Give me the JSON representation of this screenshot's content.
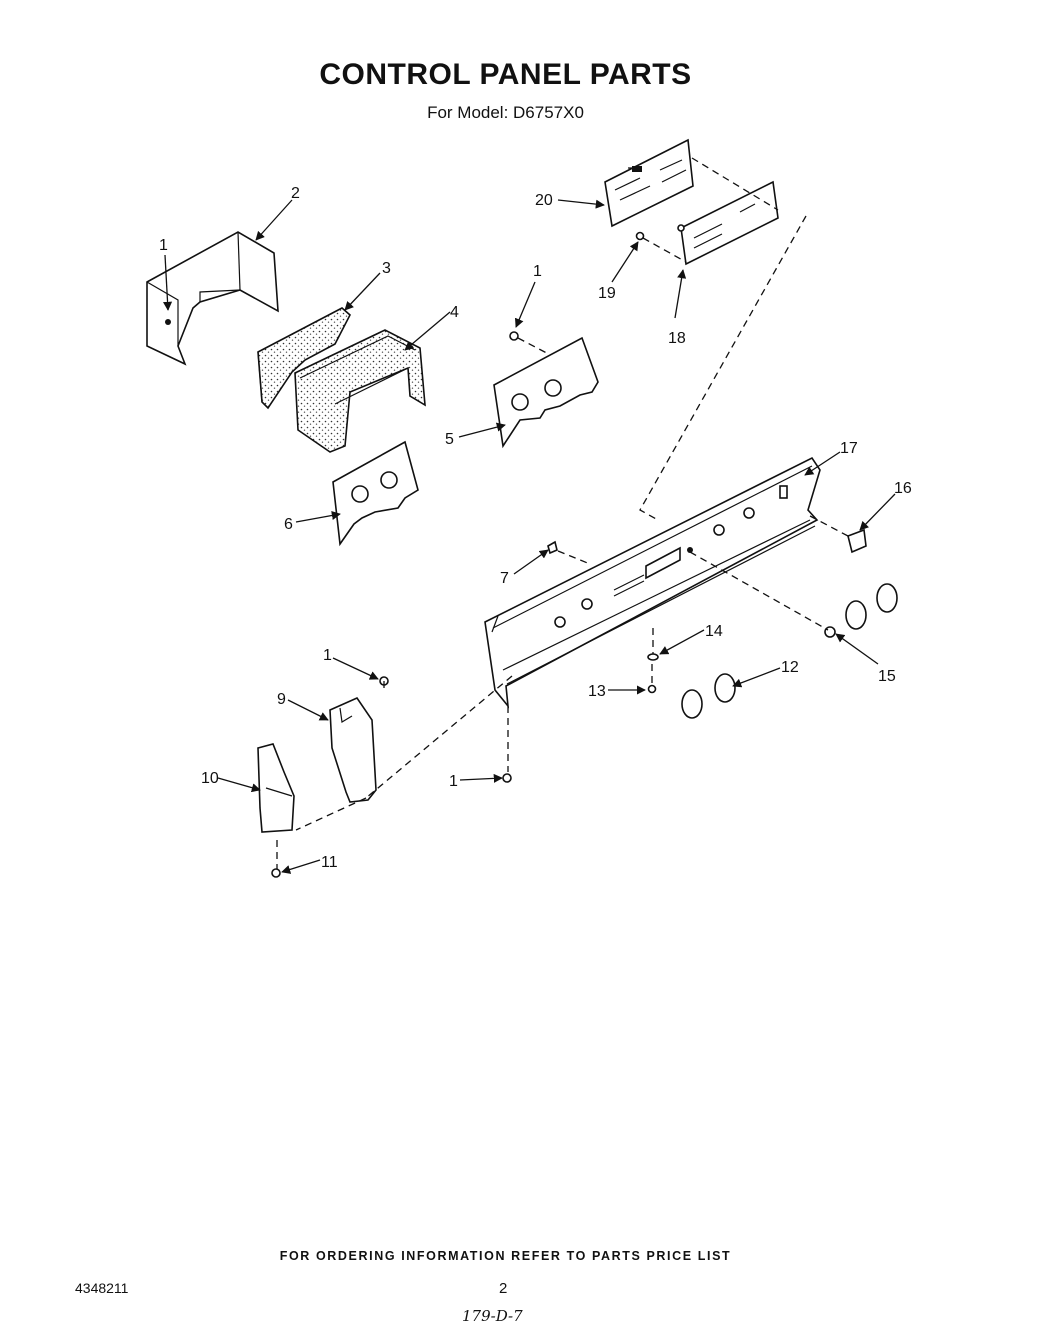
{
  "header": {
    "title": "CONTROL PANEL PARTS",
    "model_line": "For Model: D6757X0"
  },
  "callouts": {
    "c1_left": "1",
    "c2": "2",
    "c3": "3",
    "c4": "4",
    "c1_mid": "1",
    "c5": "5",
    "c6": "6",
    "c20": "20",
    "c19": "19",
    "c18": "18",
    "c17": "17",
    "c16": "16",
    "c7": "7",
    "c14": "14",
    "c15": "15",
    "c12": "12",
    "c13": "13",
    "c1_lowleft": "1",
    "c9": "9",
    "c10": "10",
    "c1_bottom": "1",
    "c11": "11"
  },
  "footer": {
    "ordering_info": "FOR ORDERING INFORMATION REFER TO PARTS PRICE LIST",
    "doc_number": "4348211",
    "page_number": "2",
    "handwritten_note": "179-D-7"
  }
}
